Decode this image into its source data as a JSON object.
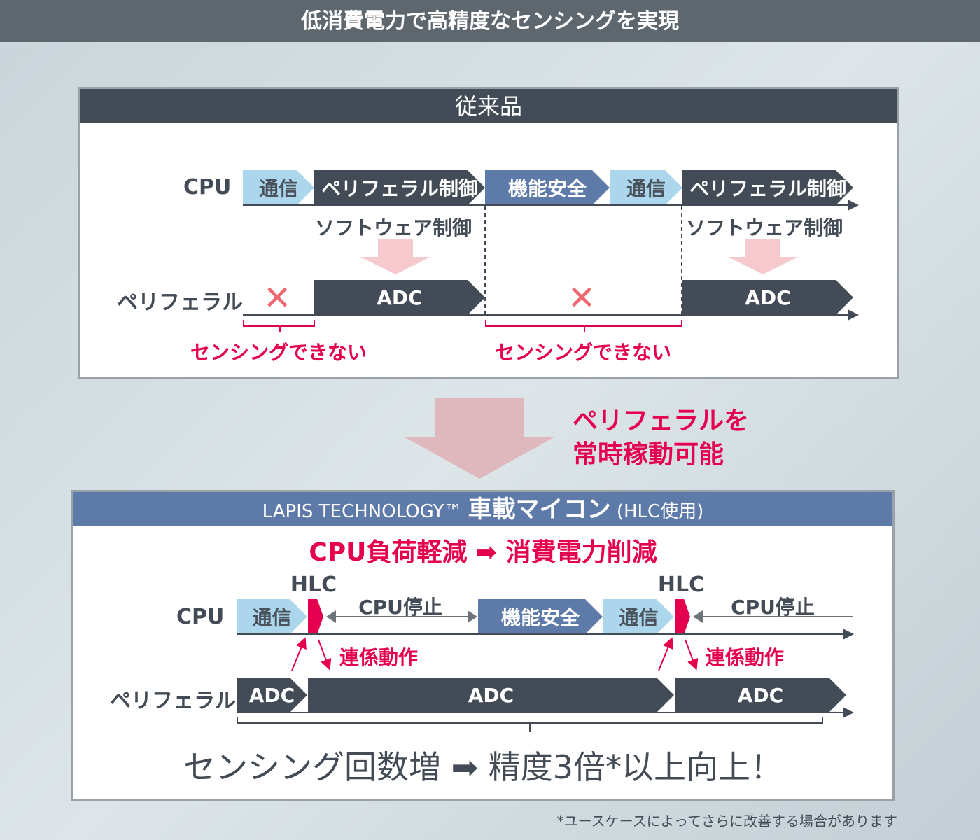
{
  "title": "低消費電力で高精度なセンシングを実現",
  "conventional": {
    "header": "従来品",
    "cpu_label": "CPU",
    "peripheral_label": "ペリフェラル",
    "cpu_blocks": [
      "通信",
      "ペリフェラル制御",
      "機能安全",
      "通信",
      "ペリフェラル制御"
    ],
    "software_control": "ソフトウェア制御",
    "adc": "ADC",
    "cannot_sense": "センシングできない"
  },
  "transition": {
    "line1": "ペリフェラルを",
    "line2": "常時稼動可能"
  },
  "lapis": {
    "header_brand": "LAPIS TECHNOLOGY™",
    "header_main": "車載マイコン",
    "header_note": "(HLC使用)",
    "headline_left": "CPU負荷軽減",
    "headline_right": "消費電力削減",
    "cpu_label": "CPU",
    "peripheral_label": "ペリフェラル",
    "hlc": "HLC",
    "cpu_stop": "CPU停止",
    "cpu_blocks": [
      "通信",
      "機能安全",
      "通信"
    ],
    "linked": "連係動作",
    "adc": "ADC",
    "result_left": "センシング回数増",
    "result_right": "精度3倍*以上向上！"
  },
  "footnote": "*ユースケースによってさらに改善する場合があります",
  "colors": {
    "dark": "#434c56",
    "light_blue": "#acd6ec",
    "blue": "#5d7aa9",
    "red": "#e5004f"
  }
}
